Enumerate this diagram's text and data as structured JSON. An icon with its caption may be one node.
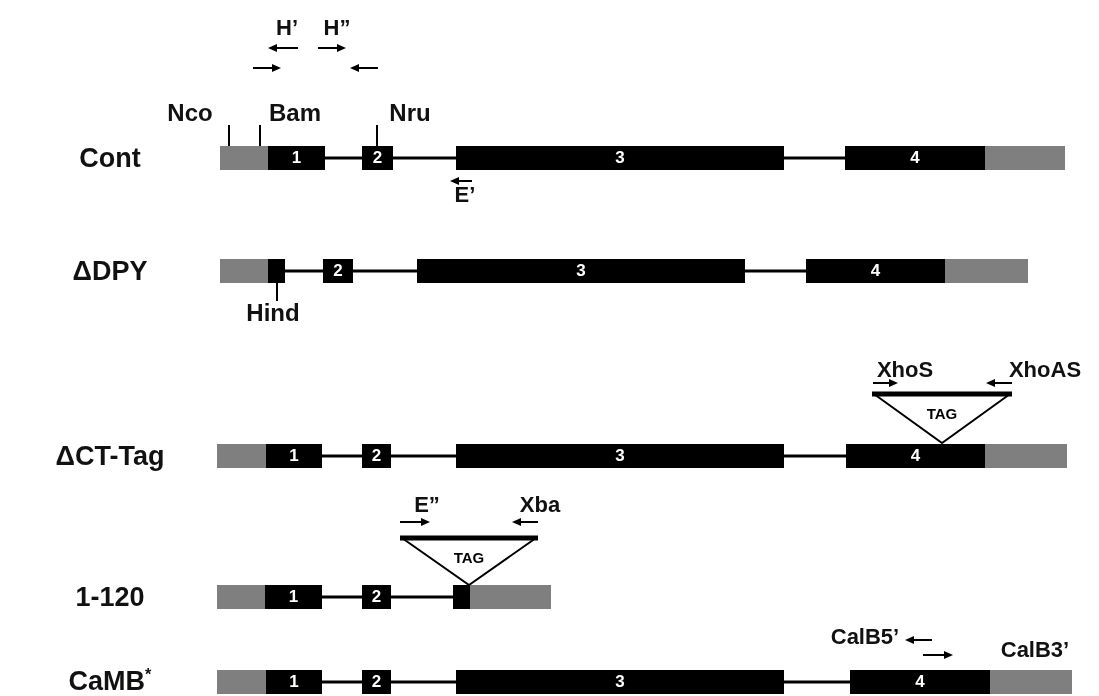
{
  "diagram": {
    "nodes": [
      {
        "text": [
          "Nco"
        ]
      },
      {
        "text": [
          "Bam"
        ]
      },
      {
        "text": [
          "Nru"
        ]
      },
      {
        "text": [],
        "shape": "bar"
      },
      {
        "text": [
          "1"
        ]
      },
      {
        "text": [
          "2"
        ]
      },
      {
        "text": [
          "3"
        ]
      },
      {
        "text": [
          "4"
        ]
      },
      {
        "text": [],
        "shape": "bar"
      },
      {
        "text": [],
        "shape": "bar"
      },
      {
        "text": [],
        "shape": "box"
      },
      {
        "text": [
          "2"
        ]
      },
      {
        "text": [
          "3"
        ]
      },
      {
        "text": [
          "4"
        ]
      },
      {
        "text": [],
        "shape": "bar"
      },
      {
        "text": [
          "Hind"
        ]
      },
      {
        "text": [
          "TAG"
        ]
      },
      {
        "text": [],
        "shape": "bar"
      },
      {
        "text": [
          "1"
        ]
      },
      {
        "text": [
          "2"
        ]
      },
      {
        "text": [
          "3"
        ]
      },
      {
        "text": [
          "4"
        ]
      },
      {
        "text": [],
        "shape": "bar"
      },
      {
        "text": [
          "TAG"
        ]
      },
      {
        "text": [],
        "shape": "bar"
      },
      {
        "text": [
          "1"
        ]
      },
      {
        "text": [
          "2"
        ]
      },
      {
        "text": [],
        "shape": "box"
      },
      {
        "text": [],
        "shape": "bar"
      },
      {
        "text": [],
        "shape": "bar"
      },
      {
        "text": [
          "1"
        ]
      },
      {
        "text": [
          "2"
        ]
      },
      {
        "text": [
          "3"
        ]
      },
      {
        "text": [
          "4"
        ]
      },
      {
        "text": [],
        "shape": "bar"
      }
    ],
    "edges": [
      {
        "from": 0,
        "to": 3,
        "arrow": "none"
      },
      {
        "from": 1,
        "to": 3,
        "arrow": "none"
      },
      {
        "from": 2,
        "to": 5,
        "arrow": "none"
      },
      {
        "from": 4,
        "to": 5,
        "arrow": "none"
      },
      {
        "from": 5,
        "to": 6,
        "arrow": "none"
      },
      {
        "from": 6,
        "to": 7,
        "arrow": "none"
      },
      {
        "from": 10,
        "to": 11,
        "arrow": "none"
      },
      {
        "from": 11,
        "to": 12,
        "arrow": "none"
      },
      {
        "from": 12,
        "to": 13,
        "arrow": "none"
      },
      {
        "from": 15,
        "to": 10,
        "arrow": "none"
      },
      {
        "from": 18,
        "to": 19,
        "arrow": "none"
      },
      {
        "from": 19,
        "to": 20,
        "arrow": "none"
      },
      {
        "from": 20,
        "to": 21,
        "arrow": "none"
      },
      {
        "from": 25,
        "to": 26,
        "arrow": "none"
      },
      {
        "from": 26,
        "to": 27,
        "arrow": "none"
      },
      {
        "from": 30,
        "to": 31,
        "arrow": "none"
      },
      {
        "from": 31,
        "to": 32,
        "arrow": "none"
      },
      {
        "from": 32,
        "to": 33,
        "arrow": "none"
      }
    ],
    "labels": [
      "H’",
      "H”",
      "Cont",
      "E’",
      "ΔDPY",
      "XhoS",
      "XhoAS",
      "ΔCT-Tag",
      "E”",
      "Xba",
      "1-120",
      "CaMB$^{*}$",
      "CalB5’",
      "CalB3’"
    ]
  }
}
